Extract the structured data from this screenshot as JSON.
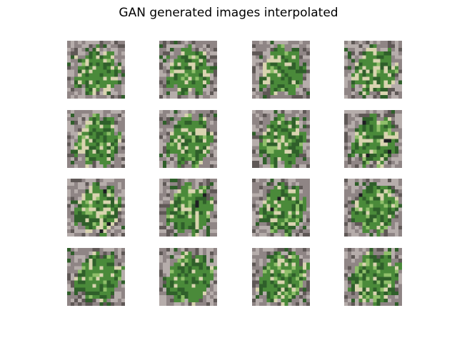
{
  "figure": {
    "title": "GAN generated images interpolated"
  },
  "grid": {
    "rows": 4,
    "cols": 4
  },
  "palette": {
    "background": "#ffffff",
    "ground_gray": "#8f8585",
    "ground_light": "#b6adab",
    "ground_dark": "#5f5856",
    "leaf_green": "#4a8a3a",
    "leaf_dark": "#2f5f2a",
    "leaf_light": "#8fbf6a",
    "speckle_cream": "#d9d4b0",
    "speckle_dark": "#1e1e22"
  }
}
